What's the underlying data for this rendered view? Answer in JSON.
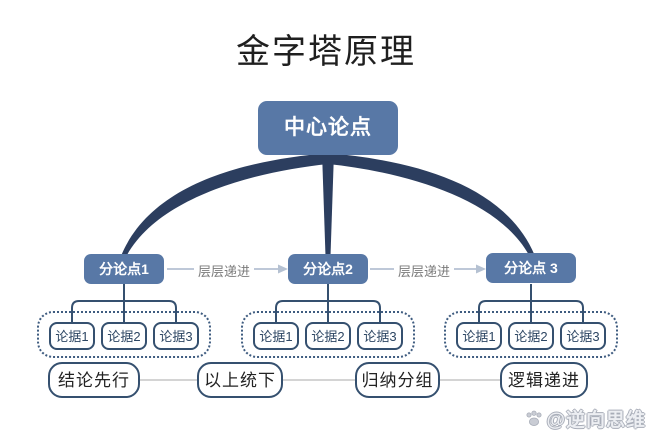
{
  "colors": {
    "node_fill": "#5878a6",
    "node_text": "#ffffff",
    "connector_dark": "#2c3e5f",
    "outline": "#35506f",
    "dashed_border": "#3f5c80",
    "edge_label_text": "#7b7b7b",
    "arrow": "#b5c1d2",
    "link_gray": "#c6c6c6",
    "background": "#ffffff"
  },
  "title": "金字塔原理",
  "pyramid": {
    "root": {
      "label": "中心论点"
    },
    "subpoints": [
      {
        "label": "分论点1"
      },
      {
        "label": "分论点2"
      },
      {
        "label": "分论点 3"
      }
    ],
    "edge_labels": [
      {
        "label": "层层递进"
      },
      {
        "label": "层层递进"
      }
    ],
    "evidence_groups": [
      {
        "items": [
          "论据1",
          "论据2",
          "论据3"
        ]
      },
      {
        "items": [
          "论据1",
          "论据2",
          "论据3"
        ]
      },
      {
        "items": [
          "论据1",
          "论据2",
          "论据3"
        ]
      }
    ],
    "principles": [
      {
        "label": "结论先行"
      },
      {
        "label": "以上统下"
      },
      {
        "label": "归纳分组"
      },
      {
        "label": "逻辑递进"
      }
    ]
  },
  "watermark": {
    "icon": "paw-icon",
    "text": "@逆向思维"
  }
}
